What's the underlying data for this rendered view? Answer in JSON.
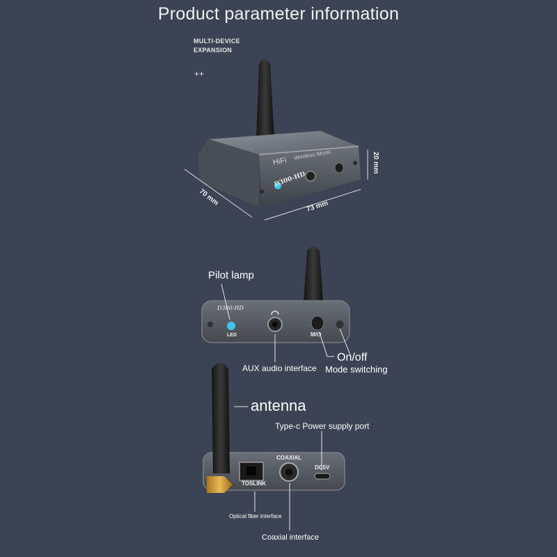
{
  "title": "Product parameter information",
  "badge": {
    "line1": "MULTI-DEVICE",
    "line2": "EXPANSION",
    "mark": "++"
  },
  "dimensions": {
    "height": "20 mm",
    "depth": "70 mm",
    "width": "73 mm"
  },
  "device_front": {
    "model": "D300-HD",
    "brand": "HiFi",
    "series": "Wireless Music",
    "led": "LED",
    "mode": "M/⏻"
  },
  "device_back": {
    "toslink": "TOSLINK",
    "coaxial": "COAXIAL",
    "dc": "DC5V"
  },
  "callouts": {
    "pilot_lamp": "Pilot lamp",
    "aux": "AUX audio interface",
    "onoff": "On/off",
    "mode_switching": "Mode switching",
    "antenna": "antenna",
    "typec": "Type-c Power supply port",
    "optical": "Optical fiber interface",
    "coaxial_interface": "Coaxial interface"
  },
  "colors": {
    "background": "#3b4354",
    "device": "#5a5e66",
    "led": "#3ec6f0",
    "gold": "#d4a13a"
  }
}
